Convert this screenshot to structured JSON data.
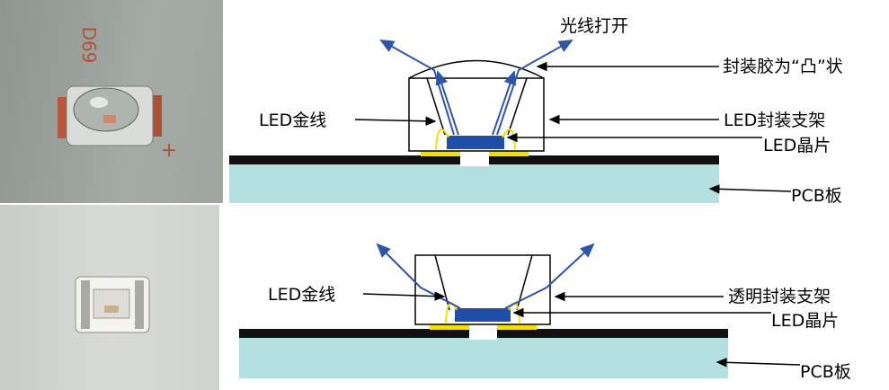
{
  "photo_top": {
    "marking_text": "D69",
    "polarity_mark": "+"
  },
  "diagram_top": {
    "light_label": "光线打开",
    "encapsulant_label": "封装胶为“凸”状",
    "gold_wire_label": "LED金线",
    "bracket_label": "LED封装支架",
    "chip_label": "LED晶片",
    "pcb_label": "PCB板"
  },
  "diagram_bottom": {
    "gold_wire_label": "LED金线",
    "bracket_label": "透明封装支架",
    "chip_label": "LED晶片",
    "pcb_label": "PCB板"
  },
  "colors": {
    "arrow_blue": "#2f55a6",
    "chip_blue": "#1f4fa8",
    "pcb_fill": "#b4e0df",
    "pad_yellow": "#f1e000",
    "board_black": "#111111"
  }
}
